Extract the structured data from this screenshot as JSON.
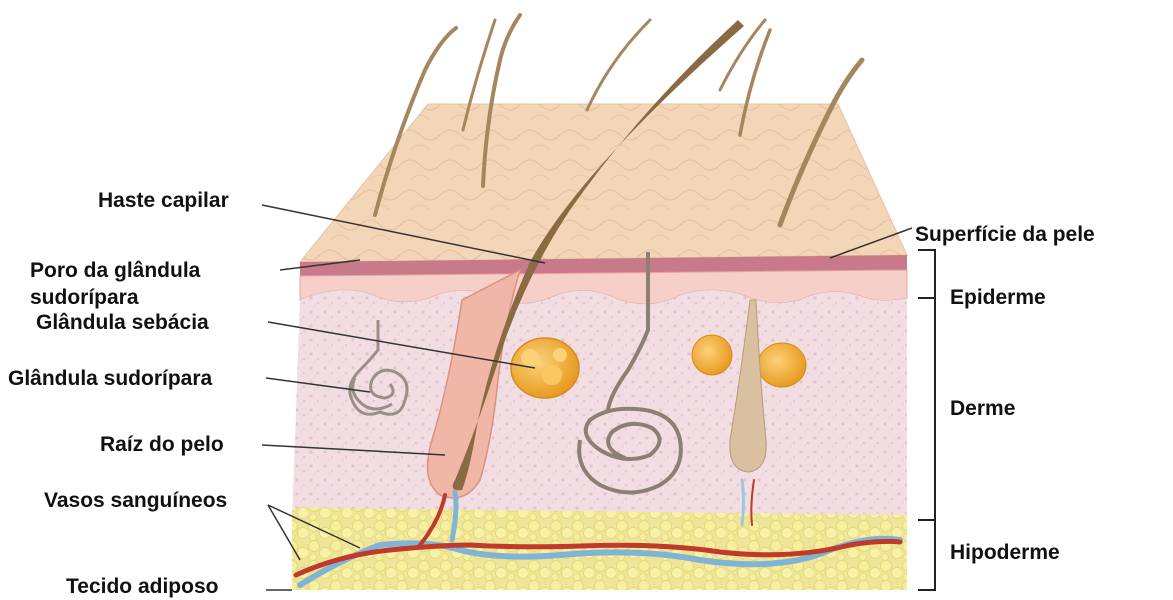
{
  "labels_left": {
    "haste_capilar": "Haste capilar",
    "poro_line1": "Poro da glândula",
    "poro_line2": "sudorípara",
    "glandula_sebacia": "Glândula sebácia",
    "glandula_sudoripara": "Glândula sudorípara",
    "raiz_pelo": "Raíz do pelo",
    "vasos_sanguineos": "Vasos sanguíneos",
    "tecido_adiposo": "Tecido adiposo"
  },
  "labels_right": {
    "superficie": "Superfície da pele",
    "epiderme": "Epiderme",
    "derme": "Derme",
    "hipoderme": "Hipoderme"
  },
  "colors": {
    "surface": "#f2d2b4",
    "epidermis_band": "#c97a8a",
    "dermis": "#f1dde2",
    "hypodermis_fat": "#f4ec9a",
    "sebaceous": "#f3b43a",
    "hair": "#8a6a42",
    "artery": "#c0392b",
    "vein": "#7fb4d6",
    "leader_line": "#333333"
  }
}
